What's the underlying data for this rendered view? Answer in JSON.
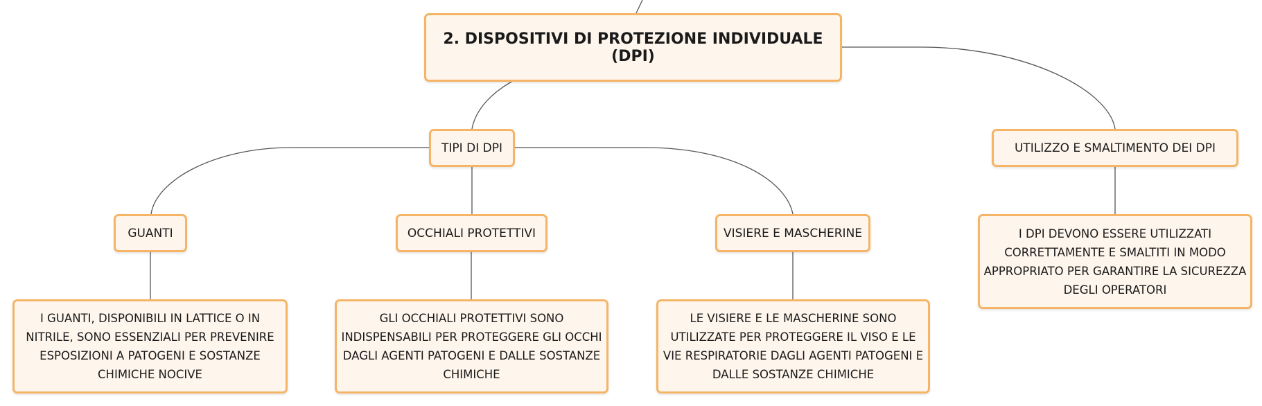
{
  "diagram": {
    "root": {
      "label": "2. DISPOSITIVI DI PROTEZIONE INDIVIDUALE (DPI)"
    },
    "branches": {
      "tipi": {
        "label": "TIPI DI DPI",
        "children": [
          {
            "label": "GUANTI",
            "description": "I GUANTI, DISPONIBILI IN LATTICE O IN NITRILE, SONO ESSENZIALI PER PREVENIRE ESPOSIZIONI A PATOGENI E SOSTANZE CHIMICHE NOCIVE"
          },
          {
            "label": "OCCHIALI PROTETTIVI",
            "description": "GLI OCCHIALI PROTETTIVI SONO INDISPENSABILI PER PROTEGGERE GLI OCCHI DAGLI AGENTI PATOGENI E DALLE SOSTANZE CHIMICHE"
          },
          {
            "label": "VISIERE E MASCHERINE",
            "description": "LE VISIERE E LE MASCHERINE SONO UTILIZZATE PER PROTEGGERE IL VISO E LE VIE RESPIRATORIE DAGLI AGENTI PATOGENI E DALLE SOSTANZE CHIMICHE"
          }
        ]
      },
      "utilizzo": {
        "label": "UTILIZZO E SMALTIMENTO DEI DPI",
        "description": "I DPI DEVONO ESSERE UTILIZZATI CORRETTAMENTE E SMALTITI IN MODO APPROPRIATO PER GARANTIRE LA SICUREZZA DEGLI OPERATORI"
      }
    }
  },
  "colors": {
    "node_fill": "#fef5ec",
    "node_border": "#f5b466",
    "connector": "#555555",
    "text": "#1a1a1a"
  }
}
